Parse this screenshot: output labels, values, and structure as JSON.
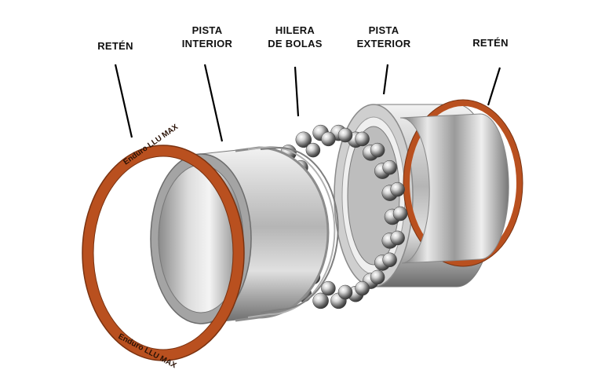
{
  "labels": {
    "seal_left": "RETÉN",
    "inner_race": [
      "PISTA",
      "INTERIOR"
    ],
    "ball_row": [
      "HILERA",
      "DE BOLAS"
    ],
    "outer_race": [
      "PISTA",
      "EXTERIOR"
    ],
    "seal_right": "RETÉN"
  },
  "seal_brand_text": "Enduro LLU MAX",
  "colors": {
    "seal_orange": "#b9501f",
    "seal_dark": "#7a3210",
    "steel_light": "#e6e6e6",
    "steel_mid": "#a9a9a9",
    "steel_dark": "#5c5c5c",
    "label_text": "#111111",
    "leader_line": "#000000"
  }
}
